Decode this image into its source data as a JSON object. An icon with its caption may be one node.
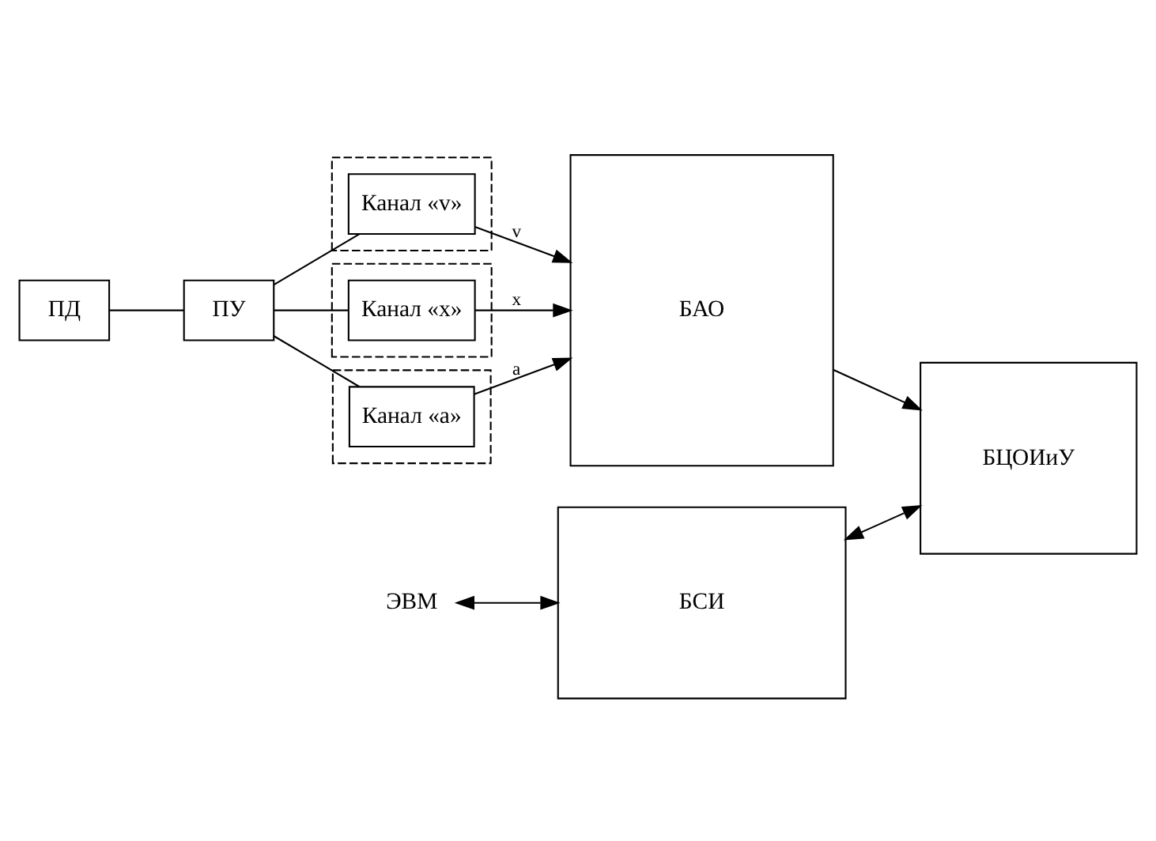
{
  "diagram": {
    "nodes": [
      {
        "text": [
          "ПД"
        ]
      },
      {
        "text": [
          "ПУ"
        ]
      },
      {
        "text": [],
        "shape": "box"
      },
      {
        "text": [
          "Канал «v»"
        ],
        "in": 2
      },
      {
        "text": [],
        "shape": "box"
      },
      {
        "text": [
          "Канал «x»"
        ],
        "in": 4
      },
      {
        "text": [],
        "shape": "box"
      },
      {
        "text": [
          "Канал «a»"
        ],
        "in": 6
      },
      {
        "text": [
          "БАО"
        ]
      },
      {
        "text": [
          "ЭВМ"
        ]
      },
      {
        "text": [
          "БСИ"
        ]
      },
      {
        "text": [
          "БЦОИиУ"
        ]
      }
    ],
    "edges": [
      {
        "from": 0,
        "to": 1,
        "arrow": "none"
      },
      {
        "from": 1,
        "to": 3,
        "arrow": "none"
      },
      {
        "from": 1,
        "to": 5,
        "arrow": "none"
      },
      {
        "from": 1,
        "to": 7,
        "arrow": "none"
      },
      {
        "from": 3,
        "to": 8,
        "arrow": "to",
        "label": "v"
      },
      {
        "from": 5,
        "to": 8,
        "arrow": "to",
        "label": "x"
      },
      {
        "from": 7,
        "to": 8,
        "arrow": "to",
        "label": "a"
      },
      {
        "from": 8,
        "to": 11,
        "arrow": "to"
      },
      {
        "from": 9,
        "to": 10,
        "arrow": "both"
      },
      {
        "from": 10,
        "to": 11,
        "arrow": "both"
      }
    ]
  }
}
